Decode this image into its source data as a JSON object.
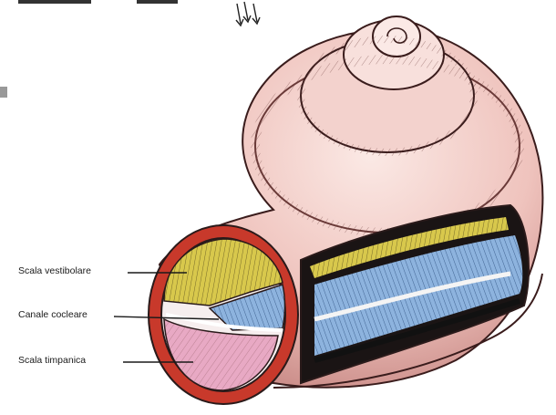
{
  "labels": {
    "scala_vestibolare": "Scala vestibolare",
    "canale_cocleare": "Canale cocleare",
    "scala_timpanica": "Scala timpanica"
  },
  "colors": {
    "shell": "#e9b7b2",
    "shell_light": "#f6dcd7",
    "shell_dark": "#a0605d",
    "wall_red": "#c83a2a",
    "vestibular_yellow": "#d9c84a",
    "cochlear_blue": "#7fa8d6",
    "tympanic_pink": "#e8a9c4",
    "outline": "#2a1a1a"
  }
}
